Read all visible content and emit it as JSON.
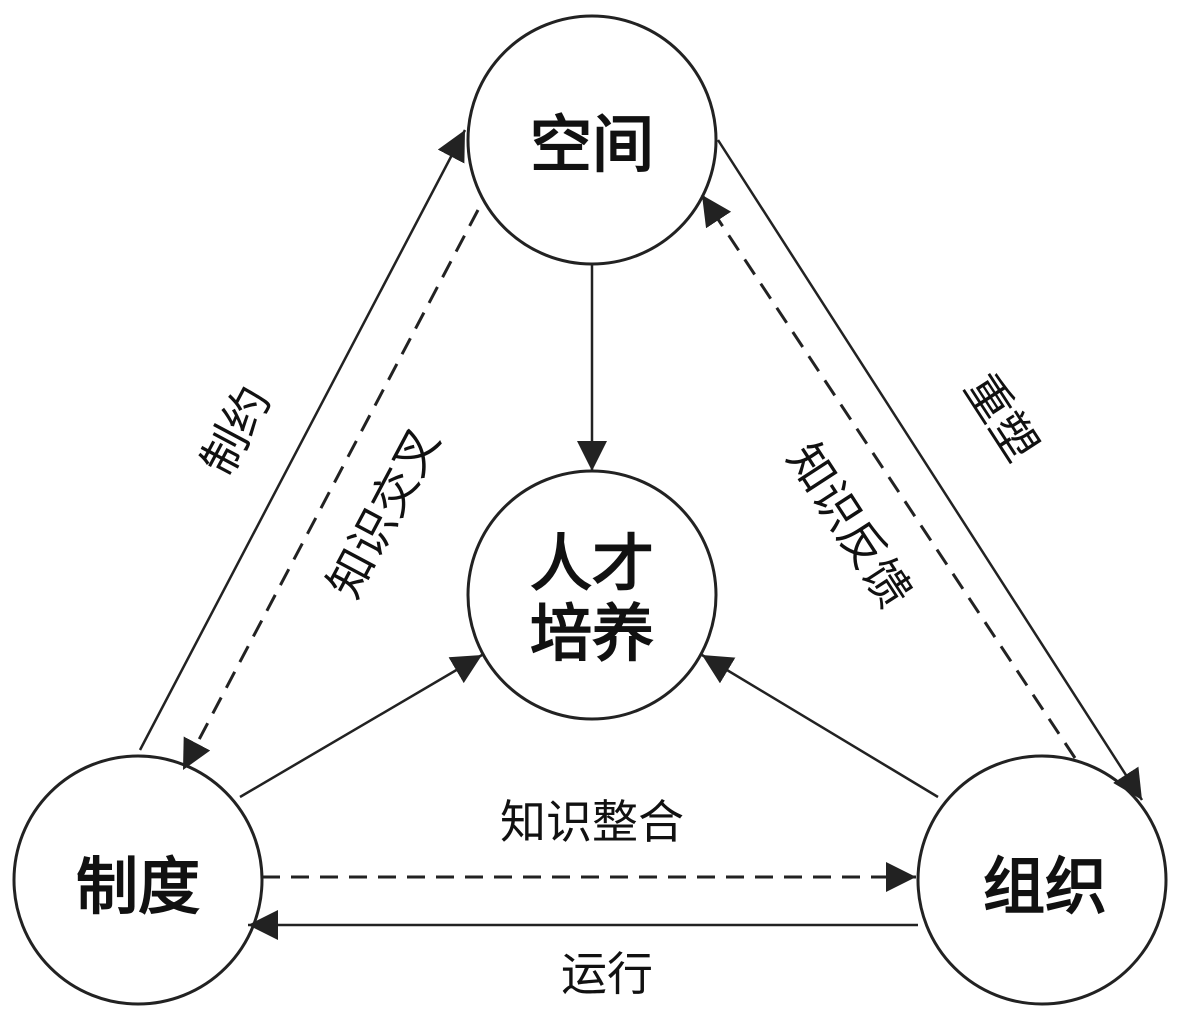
{
  "nodes": {
    "space": "空间",
    "talent_line1": "人才",
    "talent_line2": "培养",
    "institution": "制度",
    "organization": "组织"
  },
  "edges": {
    "constraint": "制约",
    "knowledge_crossing": "知识交叉",
    "reshaping": "重塑",
    "knowledge_feedback": "知识反馈",
    "knowledge_integration": "知识整合",
    "operation": "运行"
  },
  "colors": {
    "stroke": "#222222",
    "background": "#ffffff"
  }
}
